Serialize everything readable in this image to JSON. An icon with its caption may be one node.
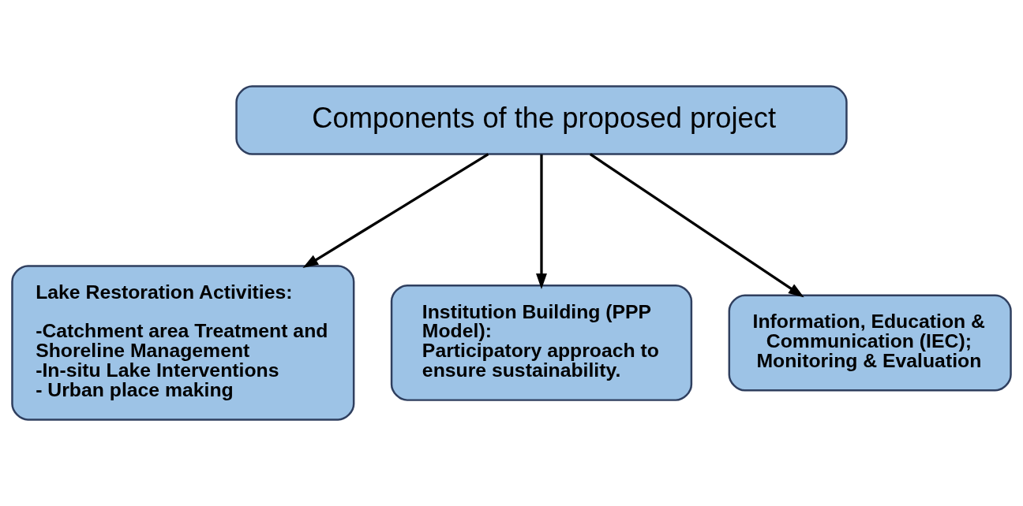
{
  "diagram": {
    "nodes": [
      {
        "text": [
          "Components of the proposed project"
        ]
      },
      {
        "text": [
          "Lake Restoration Activities:",
          "-Catchment area Treatment and Shoreline Management",
          "-In-situ Lake Interventions",
          "- Urban place making"
        ]
      },
      {
        "text": [
          "Institution Building (PPP Model):",
          "Participatory approach to ensure sustainability."
        ]
      },
      {
        "text": [
          "Information, Education & Communication (IEC); Monitoring & Evaluation"
        ]
      }
    ],
    "edges": [
      {
        "from": 0,
        "to": 1,
        "arrow": "to"
      },
      {
        "from": 0,
        "to": 2,
        "arrow": "to"
      },
      {
        "from": 0,
        "to": 3,
        "arrow": "to"
      }
    ]
  }
}
